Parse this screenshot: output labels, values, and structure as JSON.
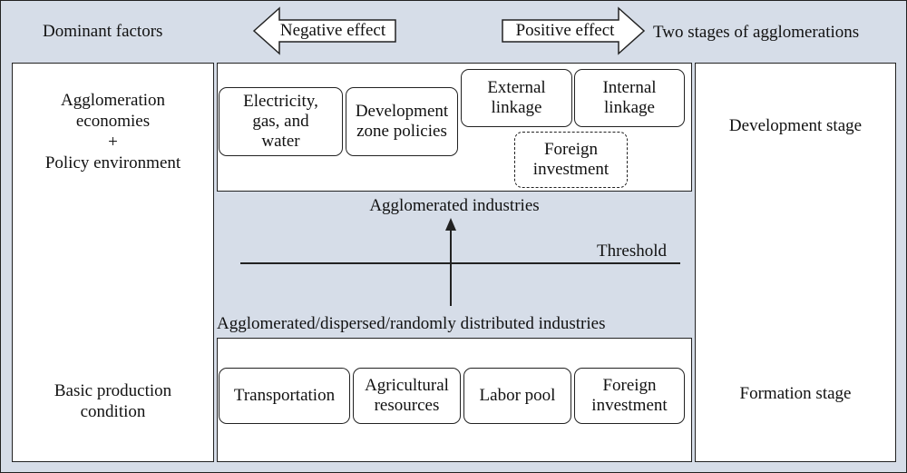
{
  "header": {
    "left": "Dominant factors",
    "negative": "Negative effect",
    "positive": "Positive effect",
    "right": "Two stages of agglomerations"
  },
  "left_column": {
    "top_lines": [
      "Agglomeration",
      "economies",
      "+",
      "Policy environment"
    ],
    "bottom_lines": [
      "Basic production",
      "condition"
    ]
  },
  "right_column": {
    "top": "Development stage",
    "bottom": "Formation stage"
  },
  "top_boxes": [
    {
      "lines": [
        "Electricity,",
        "gas, and",
        "water"
      ]
    },
    {
      "lines": [
        "Development",
        "zone policies"
      ]
    },
    {
      "lines": [
        "External",
        "linkage"
      ]
    },
    {
      "lines": [
        "Internal",
        "linkage"
      ]
    },
    {
      "lines": [
        "Foreign",
        "investment"
      ]
    }
  ],
  "bottom_boxes": [
    {
      "lines": [
        "Transportation"
      ]
    },
    {
      "lines": [
        "Agricultural",
        "resources"
      ]
    },
    {
      "lines": [
        "Labor pool"
      ]
    },
    {
      "lines": [
        "Foreign",
        "investment"
      ]
    }
  ],
  "middle": {
    "agglomerated": "Agglomerated industries",
    "threshold": "Threshold",
    "dispersed": "Agglomerated/dispersed/randomly distributed industries"
  }
}
